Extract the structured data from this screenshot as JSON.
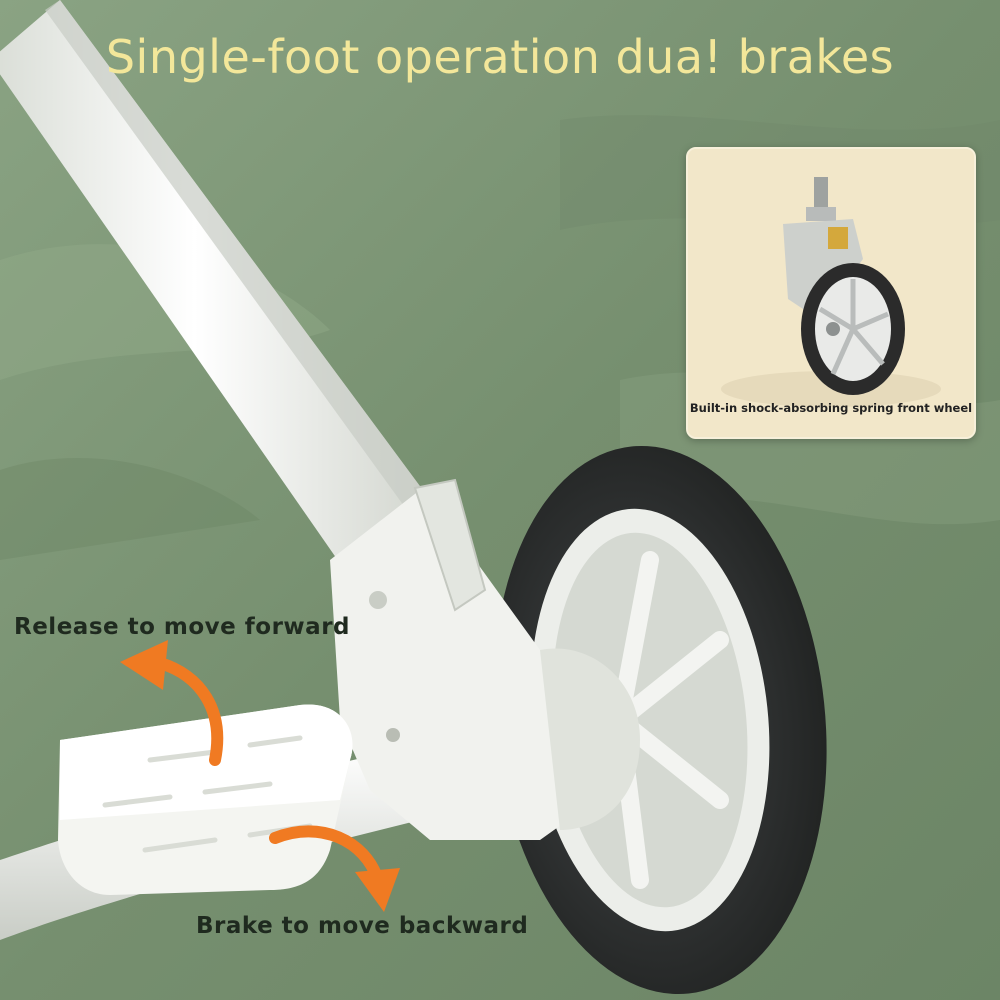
{
  "headline": "Single-foot operation dua! brakes",
  "inset": {
    "caption": "Built-in shock-absorbing spring front wheel"
  },
  "labels": {
    "release": "Release to move forward",
    "brake": "Brake to move backward"
  },
  "colors": {
    "background": "#7d9776",
    "headline": "#f3e79a",
    "arrow": "#f07a22",
    "frame": "#f2f3f0",
    "tire": "#2e302d"
  }
}
